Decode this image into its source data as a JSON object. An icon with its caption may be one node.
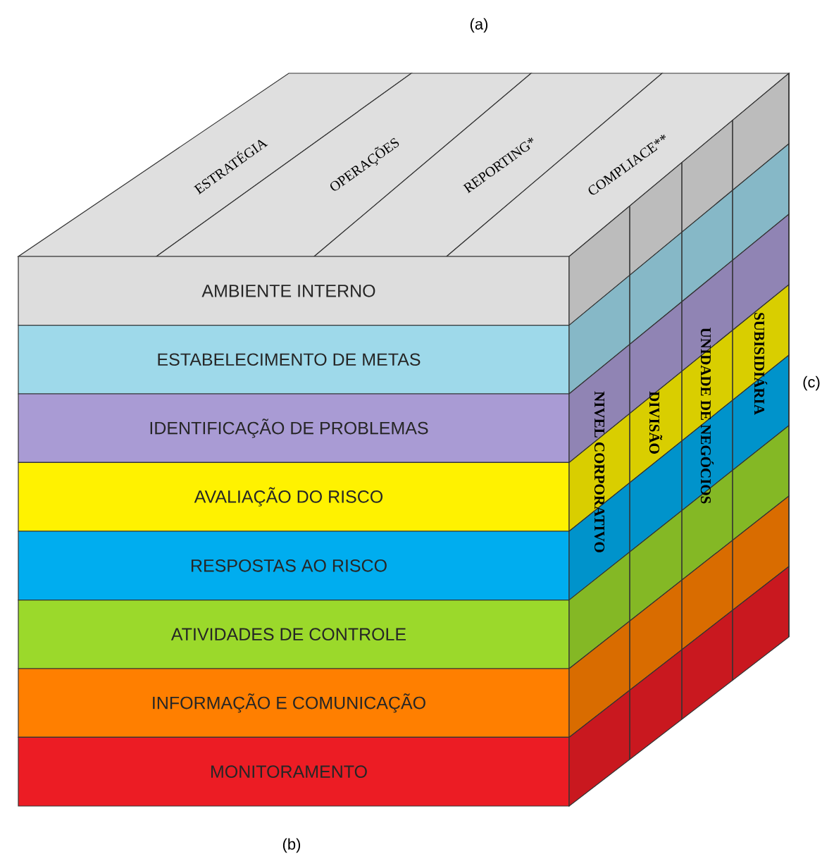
{
  "diagram": {
    "nodes": [
      {
        "text": [
          "ESTRATÉGIA"
        ]
      },
      {
        "text": [
          "OPERAÇÕES"
        ]
      },
      {
        "text": [
          "REPORTING*"
        ]
      },
      {
        "text": [
          "COMPLIACE**"
        ]
      },
      {
        "text": [
          "AMBIENTE INTERNO"
        ]
      },
      {
        "text": [
          "ESTABELECIMENTO DE METAS"
        ]
      },
      {
        "text": [
          "IDENTIFICAÇÃO DE PROBLEMAS"
        ]
      },
      {
        "text": [
          "AVALIAÇÃO DO RISCO"
        ]
      },
      {
        "text": [
          "RESPOSTAS AO RISCO"
        ]
      },
      {
        "text": [
          "ATIVIDADES DE CONTROLE"
        ]
      },
      {
        "text": [
          "INFORMAÇÃO E COMUNICAÇÃO"
        ]
      },
      {
        "text": [
          "MONITORAMENTO"
        ]
      },
      {
        "text": [
          "NIVEL CORPORATIVO"
        ]
      },
      {
        "text": [
          "DIVISÃO"
        ]
      },
      {
        "text": [
          "UNIDADE DE NEGÓCIOS"
        ]
      },
      {
        "text": [
          "SUBISIDIÁRIA"
        ]
      }
    ],
    "labels": [
      "(a)",
      "(c)",
      "(b)"
    ]
  }
}
